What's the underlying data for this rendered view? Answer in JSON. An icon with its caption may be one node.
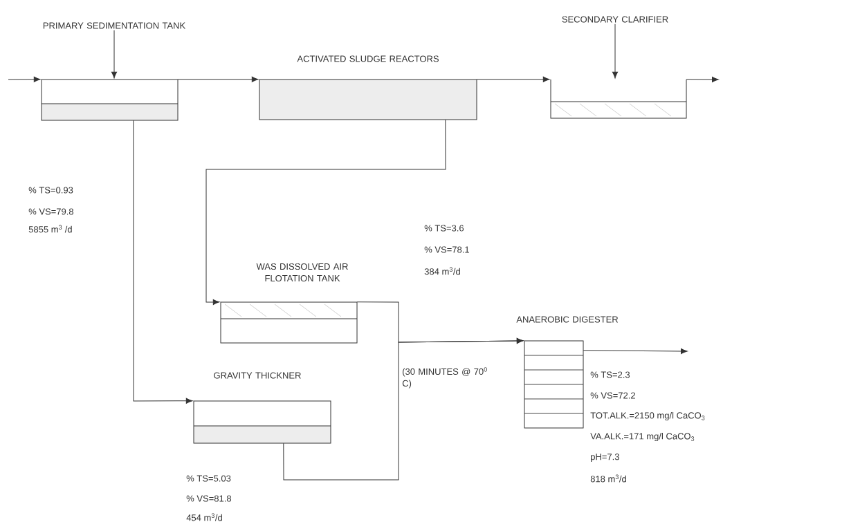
{
  "diagram": {
    "nodes": [
      {
        "text": [
          "PRIMARY SEDIMENTATION TANK"
        ]
      },
      {
        "text": [],
        "shape": "box"
      },
      {
        "text": [
          "ACTIVATED SLUDGE REACTORS"
        ]
      },
      {
        "text": [
          "SECONDARY CLARIFIER"
        ]
      },
      {
        "text": [],
        "shape": "box"
      },
      {
        "text": [
          "WAS DISSOLVED AIR FLOTATION TANK"
        ]
      },
      {
        "text": [
          "GRAVITY THICKNER"
        ]
      },
      {
        "text": [
          "ANAEROBIC DIGESTER"
        ],
        "beside": [
          "% TS=2.3",
          "% VS=72.2",
          "TOT.ALK.=2150 mg/l CaCO$_{3}$",
          "VA.ALK.=171 mg/l CaCO$_{3}$",
          "pH=7.3",
          "818 m$^{3}$/d"
        ]
      }
    ],
    "edges": [
      {
        "from": 0,
        "to": 1,
        "arrow": "to"
      },
      {
        "from": null,
        "to": 1,
        "arrow": "to"
      },
      {
        "from": 1,
        "to": 2,
        "arrow": "to"
      },
      {
        "from": 2,
        "to": 4,
        "arrow": "to"
      },
      {
        "from": 3,
        "to": 4,
        "arrow": "to"
      },
      {
        "from": 4,
        "to": null,
        "arrow": "to"
      },
      {
        "from": 1,
        "to": 6,
        "arrow": "to"
      },
      {
        "from": 2,
        "to": 5,
        "arrow": "to"
      },
      {
        "from": 5,
        "to": 7,
        "arrow": "to"
      },
      {
        "from": 6,
        "to": 7,
        "arrow": "to"
      },
      {
        "from": 7,
        "to": null,
        "arrow": "to"
      }
    ],
    "labels": [
      "% TS=0.93",
      "% VS=79.8",
      "5855 m$^{3}$ /d",
      "% TS=3.6",
      "% VS=78.1",
      "384 m$^{3}$/d",
      "(30 MINUTES @ 70$^{0}$ C)",
      "% TS=5.03",
      "% VS=81.8",
      "454 m$^{3}$/d"
    ]
  }
}
